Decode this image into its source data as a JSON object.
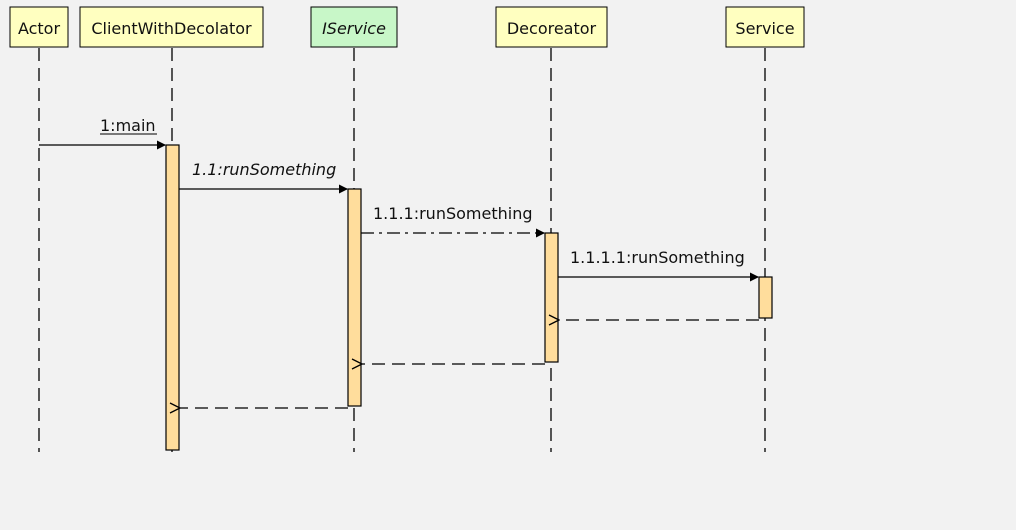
{
  "colors": {
    "background": "#f2f2f2",
    "header_fill": "#ffffc0",
    "interface_fill": "#c8f7c8",
    "activation_fill": "#ffdd9c",
    "line": "#000000"
  },
  "lifelines": [
    {
      "id": "actor",
      "label": "Actor",
      "italic": false,
      "kind": "class"
    },
    {
      "id": "client",
      "label": "ClientWithDecolator",
      "italic": false,
      "kind": "class"
    },
    {
      "id": "iservice",
      "label": "IService",
      "italic": true,
      "kind": "interface"
    },
    {
      "id": "decorator",
      "label": "Decoreator",
      "italic": false,
      "kind": "class"
    },
    {
      "id": "service",
      "label": "Service",
      "italic": false,
      "kind": "class"
    }
  ],
  "messages": [
    {
      "id": "m1",
      "label": "1:main",
      "underline": true,
      "italic": false,
      "from": "actor",
      "to": "client",
      "style": "call"
    },
    {
      "id": "m2",
      "label": "1.1:runSomething",
      "underline": false,
      "italic": true,
      "from": "client",
      "to": "iservice",
      "style": "call"
    },
    {
      "id": "m3",
      "label": "1.1.1:runSomething",
      "underline": false,
      "italic": false,
      "from": "iservice",
      "to": "decorator",
      "style": "dashdot"
    },
    {
      "id": "m4",
      "label": "1.1.1.1:runSomething",
      "underline": false,
      "italic": false,
      "from": "decorator",
      "to": "service",
      "style": "call"
    },
    {
      "id": "r1",
      "label": "",
      "underline": false,
      "italic": false,
      "from": "service",
      "to": "decorator",
      "style": "return"
    },
    {
      "id": "r2",
      "label": "",
      "underline": false,
      "italic": false,
      "from": "decorator",
      "to": "iservice",
      "style": "return"
    },
    {
      "id": "r3",
      "label": "",
      "underline": false,
      "italic": false,
      "from": "iservice",
      "to": "client",
      "style": "return"
    }
  ]
}
